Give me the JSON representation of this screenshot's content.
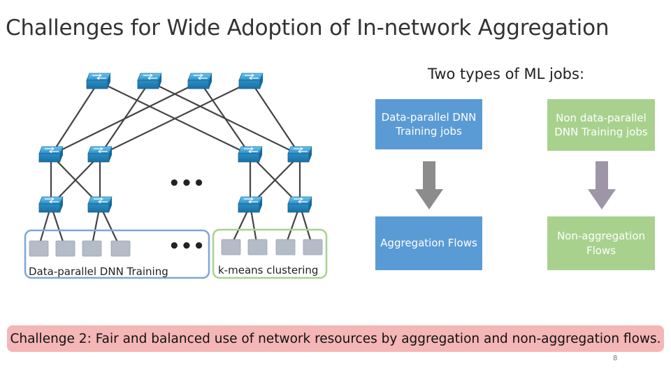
{
  "title": "Challenges for Wide Adoption of In-network Aggregation",
  "topology": {
    "clusters": [
      {
        "label": "Data-parallel DNN Training",
        "border_color": "#7ea6d8"
      },
      {
        "label": "k-means clustering",
        "border_color": "#a9d18e"
      }
    ],
    "switch_color": "#3aa3d9",
    "server_color": "#b4bcc8",
    "ellipsis": "•••"
  },
  "jobs": {
    "heading": "Two types of ML jobs:",
    "columns": [
      {
        "job": "Data-parallel DNN Training jobs",
        "flow": "Aggregation Flows",
        "color": "#5b9bd5"
      },
      {
        "job": "Non data-parallel DNN Training jobs",
        "flow": "Non-aggregation Flows",
        "color": "#a9d18e"
      }
    ],
    "arrow_colors": [
      "#8c8c8c",
      "#9e95a6"
    ]
  },
  "challenge": "Challenge 2: Fair and balanced use of network resources by aggregation and non-aggregation flows.",
  "page_number": "8"
}
